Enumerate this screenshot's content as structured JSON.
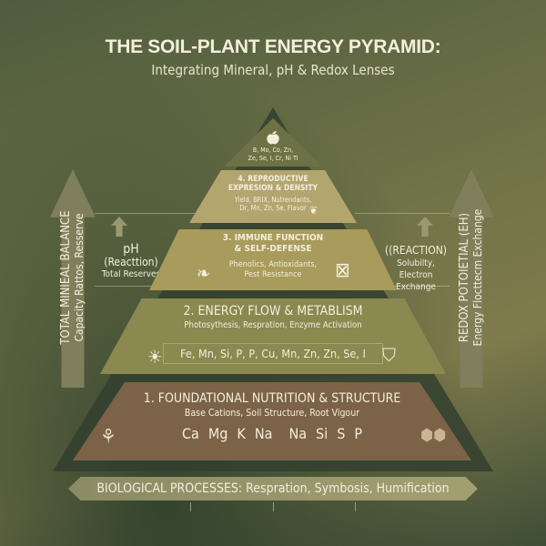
{
  "header": {
    "title": "THE SOIL-PLANT ENERGY PYRAMID:",
    "subtitle": "Integrating Mineral, pH & Redox Lenses"
  },
  "pyramid": {
    "apex": {
      "elements_line1": "B, Mo, Co, Zn,",
      "elements_line2": "Ze, Se, I, Cr, Ni Ti",
      "icons": [
        "apple-icon",
        "seed-icon"
      ]
    },
    "tier4": {
      "title_line1": "4. REPRODUCTIVE",
      "title_line2": "EXPRESION & DENSITY",
      "detail_line1": "Yield, BRIX, Nutrendants,",
      "detail_line2": "Dr, Mn, Zn, Se, Flavor",
      "icon": "leaf-icon"
    },
    "tier3": {
      "title_line1": "3. IMMUNE FUNCTION",
      "title_line2": "& SELF-DEFENSE",
      "detail_line1": "Phenolics, Antioxidants,",
      "detail_line2": "Pest Resistance",
      "icons": [
        "leaf-icon",
        "no-pest-icon"
      ]
    },
    "tier2": {
      "title": "2. ENERGY FLOW & METABLISM",
      "detail": "Photosythesis, Respration, Enzyme Activation",
      "elements": "Fe, Mn, Si, P, P, Cu, Mn, Zn, Zn, Se, I",
      "icons": [
        "sun-icon",
        "shield-icon"
      ]
    },
    "tier1": {
      "title": "1. FOUNDATIONAL NUTRITION & STRUCTURE",
      "detail": "Base Cations, Soil Structure, Root Vigour",
      "elements": [
        "Ca",
        "Mg",
        "K",
        "Na",
        "Na",
        "Si",
        "S",
        "P"
      ],
      "icons": [
        "roots-icon",
        "aggregates-icon"
      ]
    }
  },
  "left": {
    "arrow_title": "TOTAL MINIEAL BALANCE",
    "arrow_sub": "Capacity Rattos, Resserve",
    "ph": "pH",
    "reaction": "(Reacttion)",
    "reserves": "Total Reserves"
  },
  "right": {
    "arrow_title": "REDOX POTOIETIAL (EH)",
    "arrow_sub": "Energy Flocttecm Exchange",
    "reaction": "((REACTION)",
    "solubility": "Solubilty,",
    "exchange": "Electron Exchange"
  },
  "banner": {
    "label": "BIOLOGICAL PROCESSES: Respration, Symbosis, Humification"
  },
  "colors": {
    "tier1": "#7c6246",
    "tier2": "#8b8850",
    "tier3": "#a99b5c",
    "tier4": "#b3a56e",
    "apex": "#6e7146"
  }
}
